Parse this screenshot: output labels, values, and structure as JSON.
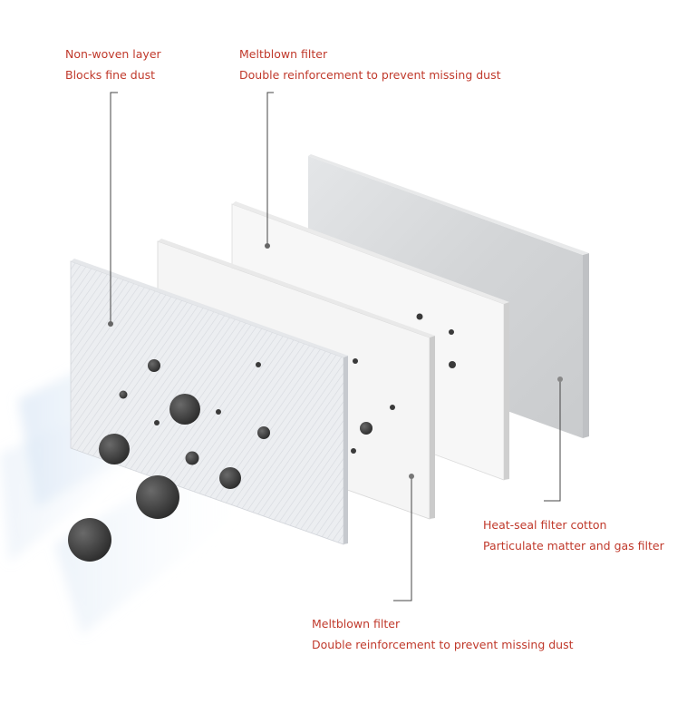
{
  "labels": {
    "nonwoven": {
      "title": "Non-woven layer",
      "desc": "Blocks fine dust"
    },
    "meltblown_top": {
      "title": "Meltblown filter",
      "desc": "Double reinforcement to prevent missing dust"
    },
    "heatseal": {
      "title": "Heat-seal filter cotton",
      "desc": "Particulate matter and gas filter"
    },
    "meltblown_bottom": {
      "title": "Meltblown filter",
      "desc": "Double reinforcement to prevent missing dust"
    }
  },
  "colors": {
    "label_text": "#c0392b",
    "leader_line": "#444444",
    "particle": "#3a3a3a",
    "layer_nonwoven": "#eef0f3",
    "layer_meltblown": "#f6f6f6",
    "layer_heatseal": "#d9dadc"
  },
  "layers": [
    "non-woven-layer",
    "meltblown-filter-front",
    "meltblown-filter-back",
    "heat-seal-filter-cotton"
  ]
}
